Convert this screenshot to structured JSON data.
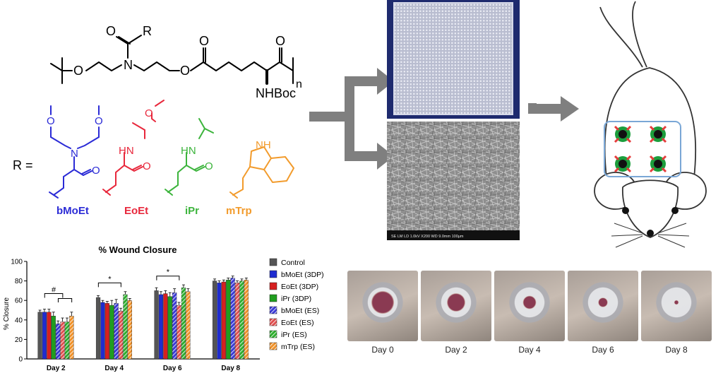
{
  "structure": {
    "r_group": "R",
    "nhboc": "NHBoc",
    "repeat": "n",
    "r_equals": "R =",
    "nh_label": "HN",
    "trp_nh": "NH",
    "atoms": {
      "o": "O",
      "n": "N"
    }
  },
  "substituents": [
    {
      "name": "bMoEt",
      "color": "#2b2bd6"
    },
    {
      "name": "EoEt",
      "color": "#e8283c"
    },
    {
      "name": "iPr",
      "color": "#3cb43c"
    },
    {
      "name": "mTrp",
      "color": "#f29b2c"
    }
  ],
  "sem": {
    "scale_bar": "SE   LM   LD   1.0kV   X200   WD 9.0mm   100μm"
  },
  "arrow_color": "#7f7f7f",
  "chart_data": {
    "type": "bar",
    "title": "% Wound Closure",
    "ylabel": "% Closure",
    "xlabel": "",
    "ylim": [
      0,
      100
    ],
    "yticks": [
      0,
      20,
      40,
      60,
      80,
      100
    ],
    "categories": [
      "Day 2",
      "Day 4",
      "Day 6",
      "Day 8"
    ],
    "series": [
      {
        "name": "Control",
        "color": "#555555",
        "pattern": "solid",
        "values": [
          48,
          63,
          70,
          80
        ],
        "errors": [
          2,
          2,
          3,
          2
        ]
      },
      {
        "name": "bMoEt (3DP)",
        "color": "#1f2cd0",
        "pattern": "solid",
        "values": [
          48,
          58,
          66,
          78
        ],
        "errors": [
          3,
          2,
          3,
          2
        ]
      },
      {
        "name": "EoEt (3DP)",
        "color": "#d62020",
        "pattern": "solid",
        "values": [
          48,
          57,
          67,
          79
        ],
        "errors": [
          3,
          2,
          3,
          2
        ]
      },
      {
        "name": "iPr (3DP)",
        "color": "#1f9e1f",
        "pattern": "solid",
        "values": [
          44,
          55,
          64,
          81
        ],
        "errors": [
          4,
          5,
          4,
          2
        ]
      },
      {
        "name": "bMoEt (ES)",
        "color": "#3b3bd6",
        "pattern": "hatch",
        "values": [
          36,
          57,
          68,
          83
        ],
        "errors": [
          3,
          4,
          4,
          2
        ]
      },
      {
        "name": "EoEt (ES)",
        "color": "#e05050",
        "pattern": "hatch",
        "values": [
          38,
          49,
          55,
          78
        ],
        "errors": [
          4,
          3,
          3,
          2
        ]
      },
      {
        "name": "iPr (ES)",
        "color": "#2fae2f",
        "pattern": "hatch",
        "values": [
          38,
          66,
          73,
          80
        ],
        "errors": [
          4,
          3,
          3,
          2
        ]
      },
      {
        "name": "mTrp (ES)",
        "color": "#f0922a",
        "pattern": "hatch",
        "values": [
          44,
          60,
          69,
          81
        ],
        "errors": [
          4,
          2,
          3,
          2
        ]
      }
    ],
    "annotations": [
      "#",
      "*",
      "*"
    ],
    "grid": false,
    "legend": "right"
  },
  "wound_photos": [
    {
      "label": "Day 0",
      "wound_size": 0.35
    },
    {
      "label": "Day 2",
      "wound_size": 0.28
    },
    {
      "label": "Day 4",
      "wound_size": 0.2
    },
    {
      "label": "Day 6",
      "wound_size": 0.14
    },
    {
      "label": "Day 8",
      "wound_size": 0.06
    }
  ]
}
